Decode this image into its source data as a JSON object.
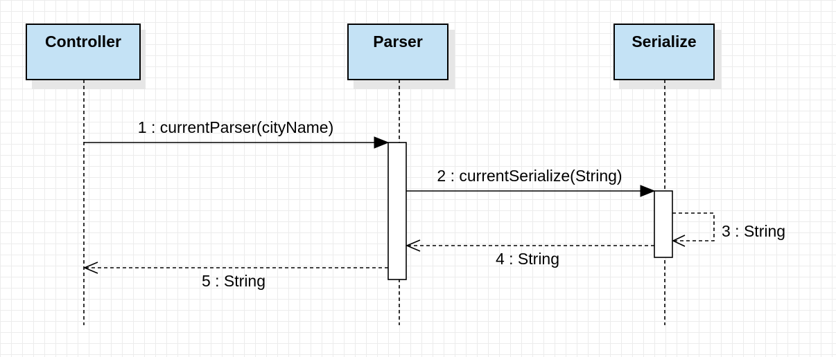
{
  "lifelines": [
    {
      "name": "Controller"
    },
    {
      "name": "Parser"
    },
    {
      "name": "Serialize"
    }
  ],
  "messages": [
    {
      "label": "1 : currentParser(cityName)"
    },
    {
      "label": "2 : currentSerialize(String)"
    },
    {
      "label": "3 : String"
    },
    {
      "label": "4 : String"
    },
    {
      "label": "5 : String"
    }
  ],
  "colors": {
    "lifeline_fill": "#c4e2f5",
    "stroke": "#000000",
    "grid": "#ececec"
  }
}
